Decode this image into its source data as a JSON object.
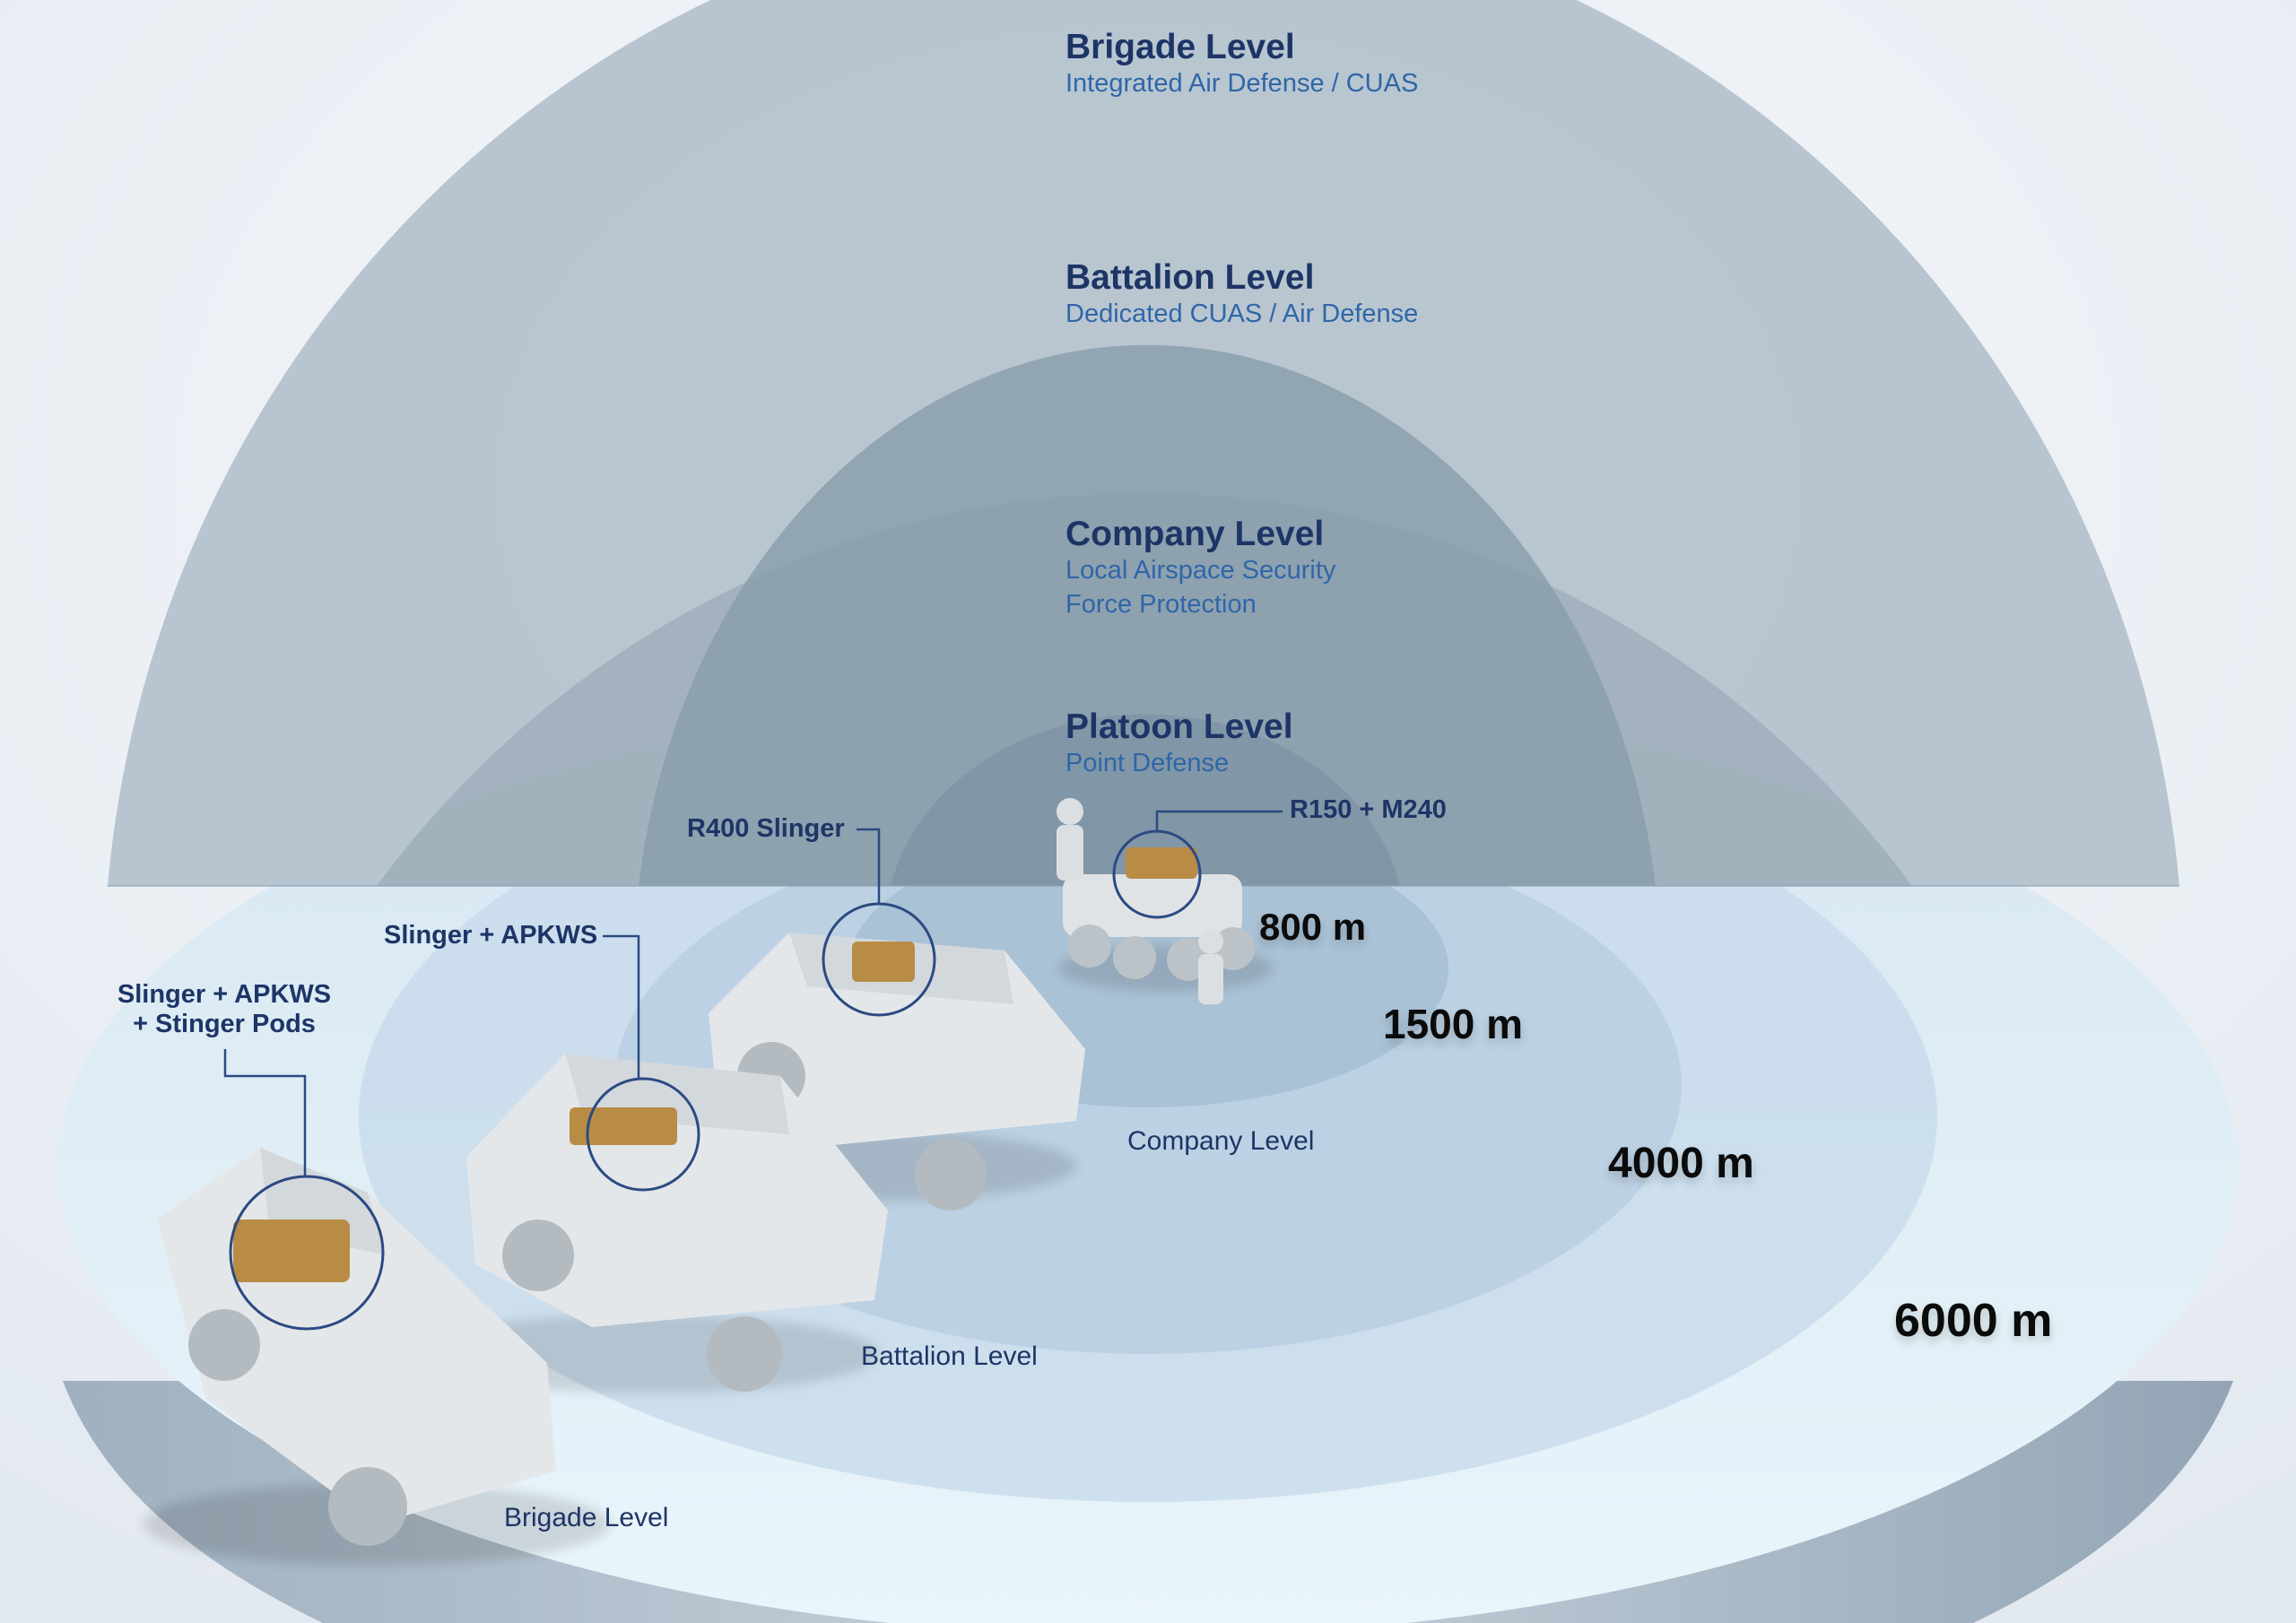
{
  "tiers": [
    {
      "title": "Brigade Level",
      "lines": [
        "Integrated Air Defense / CUAS"
      ]
    },
    {
      "title": "Battalion Level",
      "lines": [
        "Dedicated CUAS / Air Defense"
      ]
    },
    {
      "title": "Company Level",
      "lines": [
        "Local Airspace Security",
        "Force Protection"
      ]
    },
    {
      "title": "Platoon Level",
      "lines": [
        "Point Defense"
      ]
    }
  ],
  "callouts": {
    "r150": "R150 + M240",
    "r400": "R400 Slinger",
    "slinger_apkws": "Slinger + APKWS",
    "slinger_apkws_stinger": [
      "Slinger + APKWS",
      "+ Stinger Pods"
    ]
  },
  "ground_labels": {
    "company": "Company Level",
    "battalion": "Battalion Level",
    "brigade": "Brigade Level"
  },
  "ranges": {
    "platoon": "800 m",
    "company": "1500 m",
    "battalion": "4000 m",
    "brigade": "6000 m"
  },
  "colors": {
    "title": "#1d3566",
    "subtitle": "#2f66a8",
    "dome_outer": "#b3c1cc",
    "floor": "#dbe9f3"
  }
}
